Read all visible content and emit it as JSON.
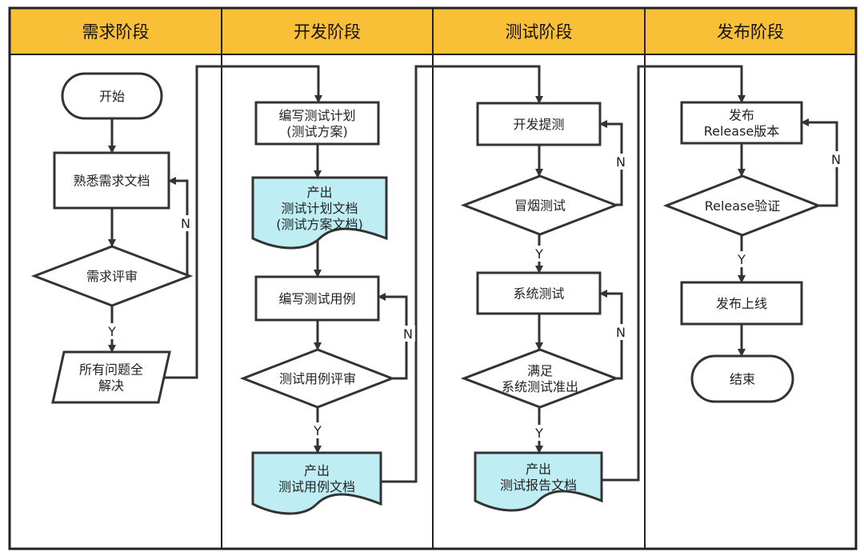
{
  "colors": {
    "header": "#F9BF37",
    "doc_fill": "#BEEEF4",
    "node_fill": "#FFFFFF",
    "stroke": "#333333",
    "text": "#222222"
  },
  "lanes": [
    {
      "id": "req",
      "title": "需求阶段"
    },
    {
      "id": "dev",
      "title": "开发阶段"
    },
    {
      "id": "test",
      "title": "测试阶段"
    },
    {
      "id": "rel",
      "title": "发布阶段"
    }
  ],
  "nodes": {
    "start": {
      "shape": "terminal",
      "lines": [
        "开始"
      ]
    },
    "familiarize": {
      "shape": "process",
      "lines": [
        "熟悉需求文档"
      ]
    },
    "req_review": {
      "shape": "decision",
      "lines": [
        "需求评审"
      ]
    },
    "all_resolved": {
      "shape": "data",
      "lines": [
        "所有问题全",
        "解决"
      ]
    },
    "write_plan": {
      "shape": "process",
      "lines": [
        "编写测试计划",
        "(测试方案)"
      ]
    },
    "plan_doc": {
      "shape": "document",
      "lines": [
        "产出",
        "测试计划文档",
        "(测试方案文档)"
      ]
    },
    "write_cases": {
      "shape": "process",
      "lines": [
        "编写测试用例"
      ]
    },
    "case_review": {
      "shape": "decision",
      "lines": [
        "测试用例评审"
      ]
    },
    "case_doc": {
      "shape": "document",
      "lines": [
        "产出",
        "测试用例文档"
      ]
    },
    "submit_test": {
      "shape": "process",
      "lines": [
        "开发提测"
      ]
    },
    "smoke_test": {
      "shape": "decision",
      "lines": [
        "冒烟测试"
      ]
    },
    "system_test": {
      "shape": "process",
      "lines": [
        "系统测试"
      ]
    },
    "exit_check": {
      "shape": "decision",
      "lines": [
        "满足",
        "系统测试准出"
      ]
    },
    "report_doc": {
      "shape": "document",
      "lines": [
        "产出",
        "测试报告文档"
      ]
    },
    "release_build": {
      "shape": "process",
      "lines": [
        "发布",
        "Release版本"
      ]
    },
    "release_verify": {
      "shape": "decision",
      "lines": [
        "Release验证"
      ]
    },
    "go_live": {
      "shape": "process",
      "lines": [
        "发布上线"
      ]
    },
    "end": {
      "shape": "terminal",
      "lines": [
        "结束"
      ]
    }
  },
  "edge_labels": {
    "yes": "Y",
    "no": "N"
  }
}
